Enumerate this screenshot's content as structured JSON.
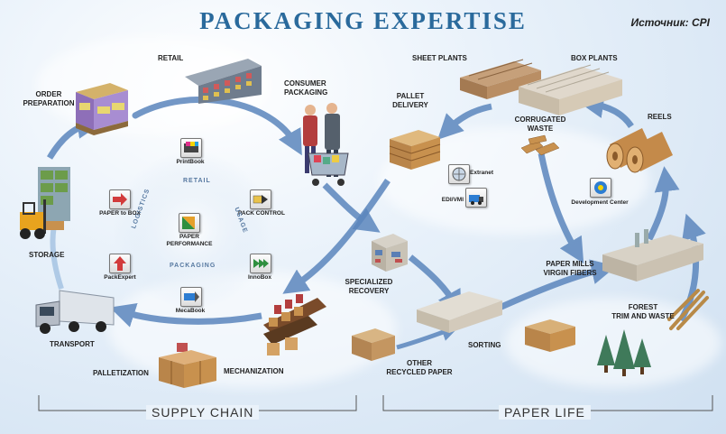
{
  "title": "PACKAGING EXPERTISE",
  "source": "Источник: CPI",
  "stations": {
    "retail": "RETAIL",
    "consumer_packaging": "CONSUMER\nPACKAGING",
    "order_preparation": "ORDER\nPREPARATION",
    "storage": "STORAGE",
    "transport": "TRANSPORT",
    "palletization": "PALLETIZATION",
    "mechanization": "MECHANIZATION",
    "specialized_recovery": "SPECIALIZED\nRECOVERY",
    "sheet_plants": "SHEET PLANTS",
    "box_plants": "BOX PLANTS",
    "pallet_delivery": "PALLET\nDELIVERY",
    "corrugated_waste": "CORRUGATED\nWASTE",
    "reels": "REELS",
    "paper_mills": "PAPER MILLS\nVIRGIN FIBERS",
    "forest": "FOREST\nTRIM AND WASTE",
    "sorting": "SORTING",
    "other_recycled": "OTHER\nRECYCLED PAPER"
  },
  "tools": {
    "printbook": "PrintBook",
    "paper_to_box": "PAPER to BOX",
    "pack_control": "PACK CONTROL",
    "paper_performance": "PAPER\nPERFORMANCE",
    "packexpert": "PackExpert",
    "innobox": "InnoBox",
    "mecabook": "MecaBook",
    "extranet": "Extranet",
    "edi_vmi": "EDI/VMI",
    "development_center": "Development Center"
  },
  "ring": {
    "retail": "RETAIL",
    "logistics": "LOGISTICS",
    "usage": "USAGE",
    "packaging": "PACKAGING"
  },
  "sections": {
    "supply_chain": "SUPPLY CHAIN",
    "paper_life": "PAPER LIFE"
  },
  "colors": {
    "title": "#2a6a9c",
    "arrow": "#5b86bd",
    "cardboard": "#c8914e"
  }
}
